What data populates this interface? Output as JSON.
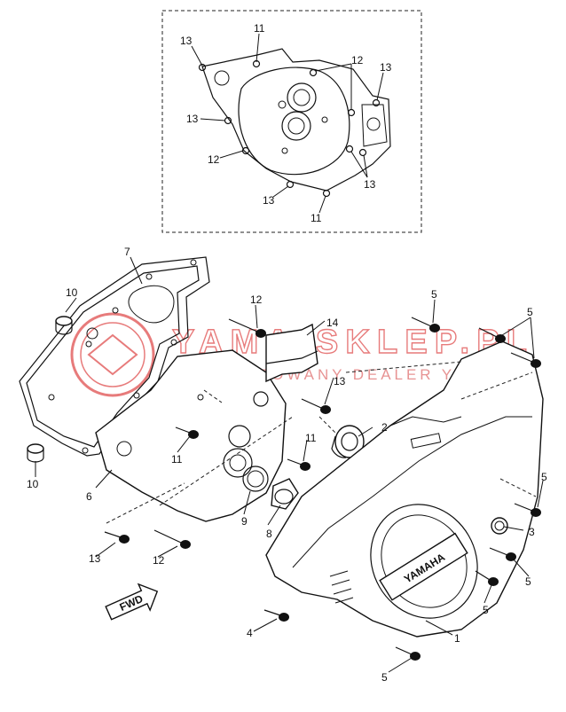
{
  "watermark": {
    "main": "YAMA-SKLEP.PL",
    "sub": "AUTORYZOWANY DEALER YAMAHA",
    "color": "#e05050"
  },
  "fwd_label": "FWD",
  "cover_badge": "YAMAHA",
  "callouts": {
    "c1": "1",
    "c2": "2",
    "c3": "3",
    "c4": "4",
    "c5a": "5",
    "c5b": "5",
    "c5c": "5",
    "c5d": "5",
    "c5e": "5",
    "c5f": "5",
    "c6": "6",
    "c7": "7",
    "c8": "8",
    "c9": "9",
    "c10a": "10",
    "c10b": "10",
    "c11a": "11",
    "c11b": "11",
    "c11c": "11",
    "c11d": "11",
    "c12a": "12",
    "c12b": "12",
    "c12c": "12",
    "c12d": "12",
    "c13a": "13",
    "c13b": "13",
    "c13c": "13",
    "c13d": "13",
    "c13e": "13",
    "c13f": "13",
    "c14": "14"
  }
}
